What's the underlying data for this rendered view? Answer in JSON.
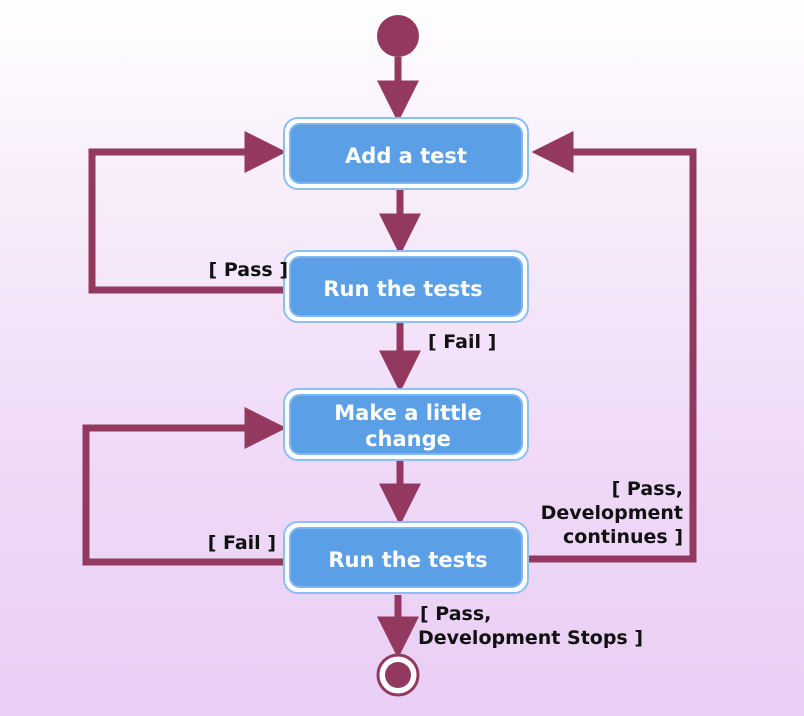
{
  "colors": {
    "node_fill": "#5b9fe6",
    "node_border": "#7fb6f2",
    "node_outer": "#ffffff",
    "flow": "#93395f",
    "start": "#93395f",
    "guard_text": "#111111"
  },
  "nodes": {
    "add_test": {
      "label": "Add a test"
    },
    "run_tests_1": {
      "label": "Run the tests"
    },
    "make_change": {
      "label_line1": "Make a little",
      "label_line2": "change"
    },
    "run_tests_2": {
      "label": "Run the tests"
    }
  },
  "guards": {
    "pass_loop": "[ Pass ]",
    "fail_1": "[ Fail ]",
    "fail_loop": "[ Fail ]",
    "pass_continue_line1": "[ Pass,",
    "pass_continue_line2": "Development",
    "pass_continue_line3": "continues ]",
    "pass_stop_line1": "[ Pass,",
    "pass_stop_line2": "Development Stops ]"
  }
}
